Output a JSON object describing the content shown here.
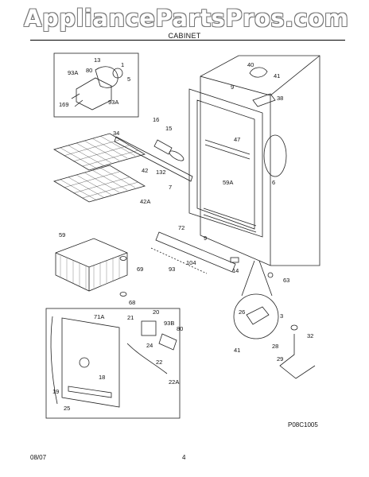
{
  "watermark": "AppliancePartsPros.com",
  "section_title": "CABINET",
  "footer": {
    "date": "08/07",
    "page": "4"
  },
  "figure_code": "P08C1005",
  "parts": [
    "93A",
    "13",
    "80",
    "5",
    "1",
    "93A",
    "169",
    "40",
    "41",
    "9",
    "38",
    "16",
    "15",
    "34",
    "47",
    "42",
    "132",
    "7",
    "59A",
    "6",
    "42A",
    "72",
    "9",
    "59",
    "69",
    "104",
    "14",
    "93",
    "63",
    "68",
    "26",
    "3",
    "32",
    "41",
    "28",
    "29",
    "20",
    "71A",
    "21",
    "93B",
    "80",
    "24",
    "22",
    "18",
    "22A",
    "19",
    "25"
  ]
}
